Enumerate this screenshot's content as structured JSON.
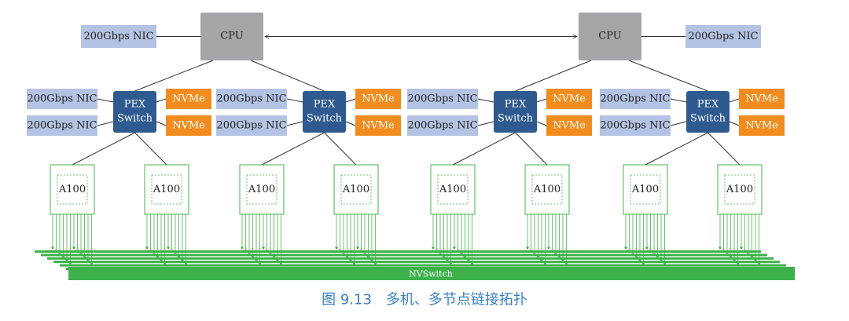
{
  "caption": "图 9.13　多机、多节点链接拓扑",
  "cpus": [
    {
      "label": "CPU",
      "nic_label": "200Gbps NIC"
    },
    {
      "label": "CPU",
      "nic_label": "200Gbps NIC"
    }
  ],
  "pex_switches": [
    {
      "label_line1": "PEX",
      "label_line2": "Switch",
      "nic_labels": [
        "200Gbps NIC",
        "200Gbps NIC"
      ],
      "nvme_labels": [
        "NVMe",
        "NVMe"
      ],
      "gpus": [
        "A100",
        "A100"
      ]
    },
    {
      "label_line1": "PEX",
      "label_line2": "Switch",
      "nic_labels": [
        "200Gbps NIC",
        "200Gbps NIC"
      ],
      "nvme_labels": [
        "NVMe",
        "NVMe"
      ],
      "gpus": [
        "A100",
        "A100"
      ]
    },
    {
      "label_line1": "PEX",
      "label_line2": "Switch",
      "nic_labels": [
        "200Gbps NIC",
        "200Gbps NIC"
      ],
      "nvme_labels": [
        "NVMe",
        "NVMe"
      ],
      "gpus": [
        "A100",
        "A100"
      ]
    },
    {
      "label_line1": "PEX",
      "label_line2": "Switch",
      "nic_labels": [
        "200Gbps NIC",
        "200Gbps NIC"
      ],
      "nvme_labels": [
        "NVMe",
        "NVMe"
      ],
      "gpus": [
        "A100",
        "A100"
      ]
    }
  ],
  "nvswitch_label": "NVSwitch",
  "colors": {
    "cpu": "#a6a6a8",
    "nic": "#b4c3e3",
    "pex": "#2f5a8f",
    "nvme": "#f28c1e",
    "gpu": "#46b34e",
    "nvswitch": "#3db24a",
    "caption": "#3a7fc6",
    "line": "#333333"
  }
}
